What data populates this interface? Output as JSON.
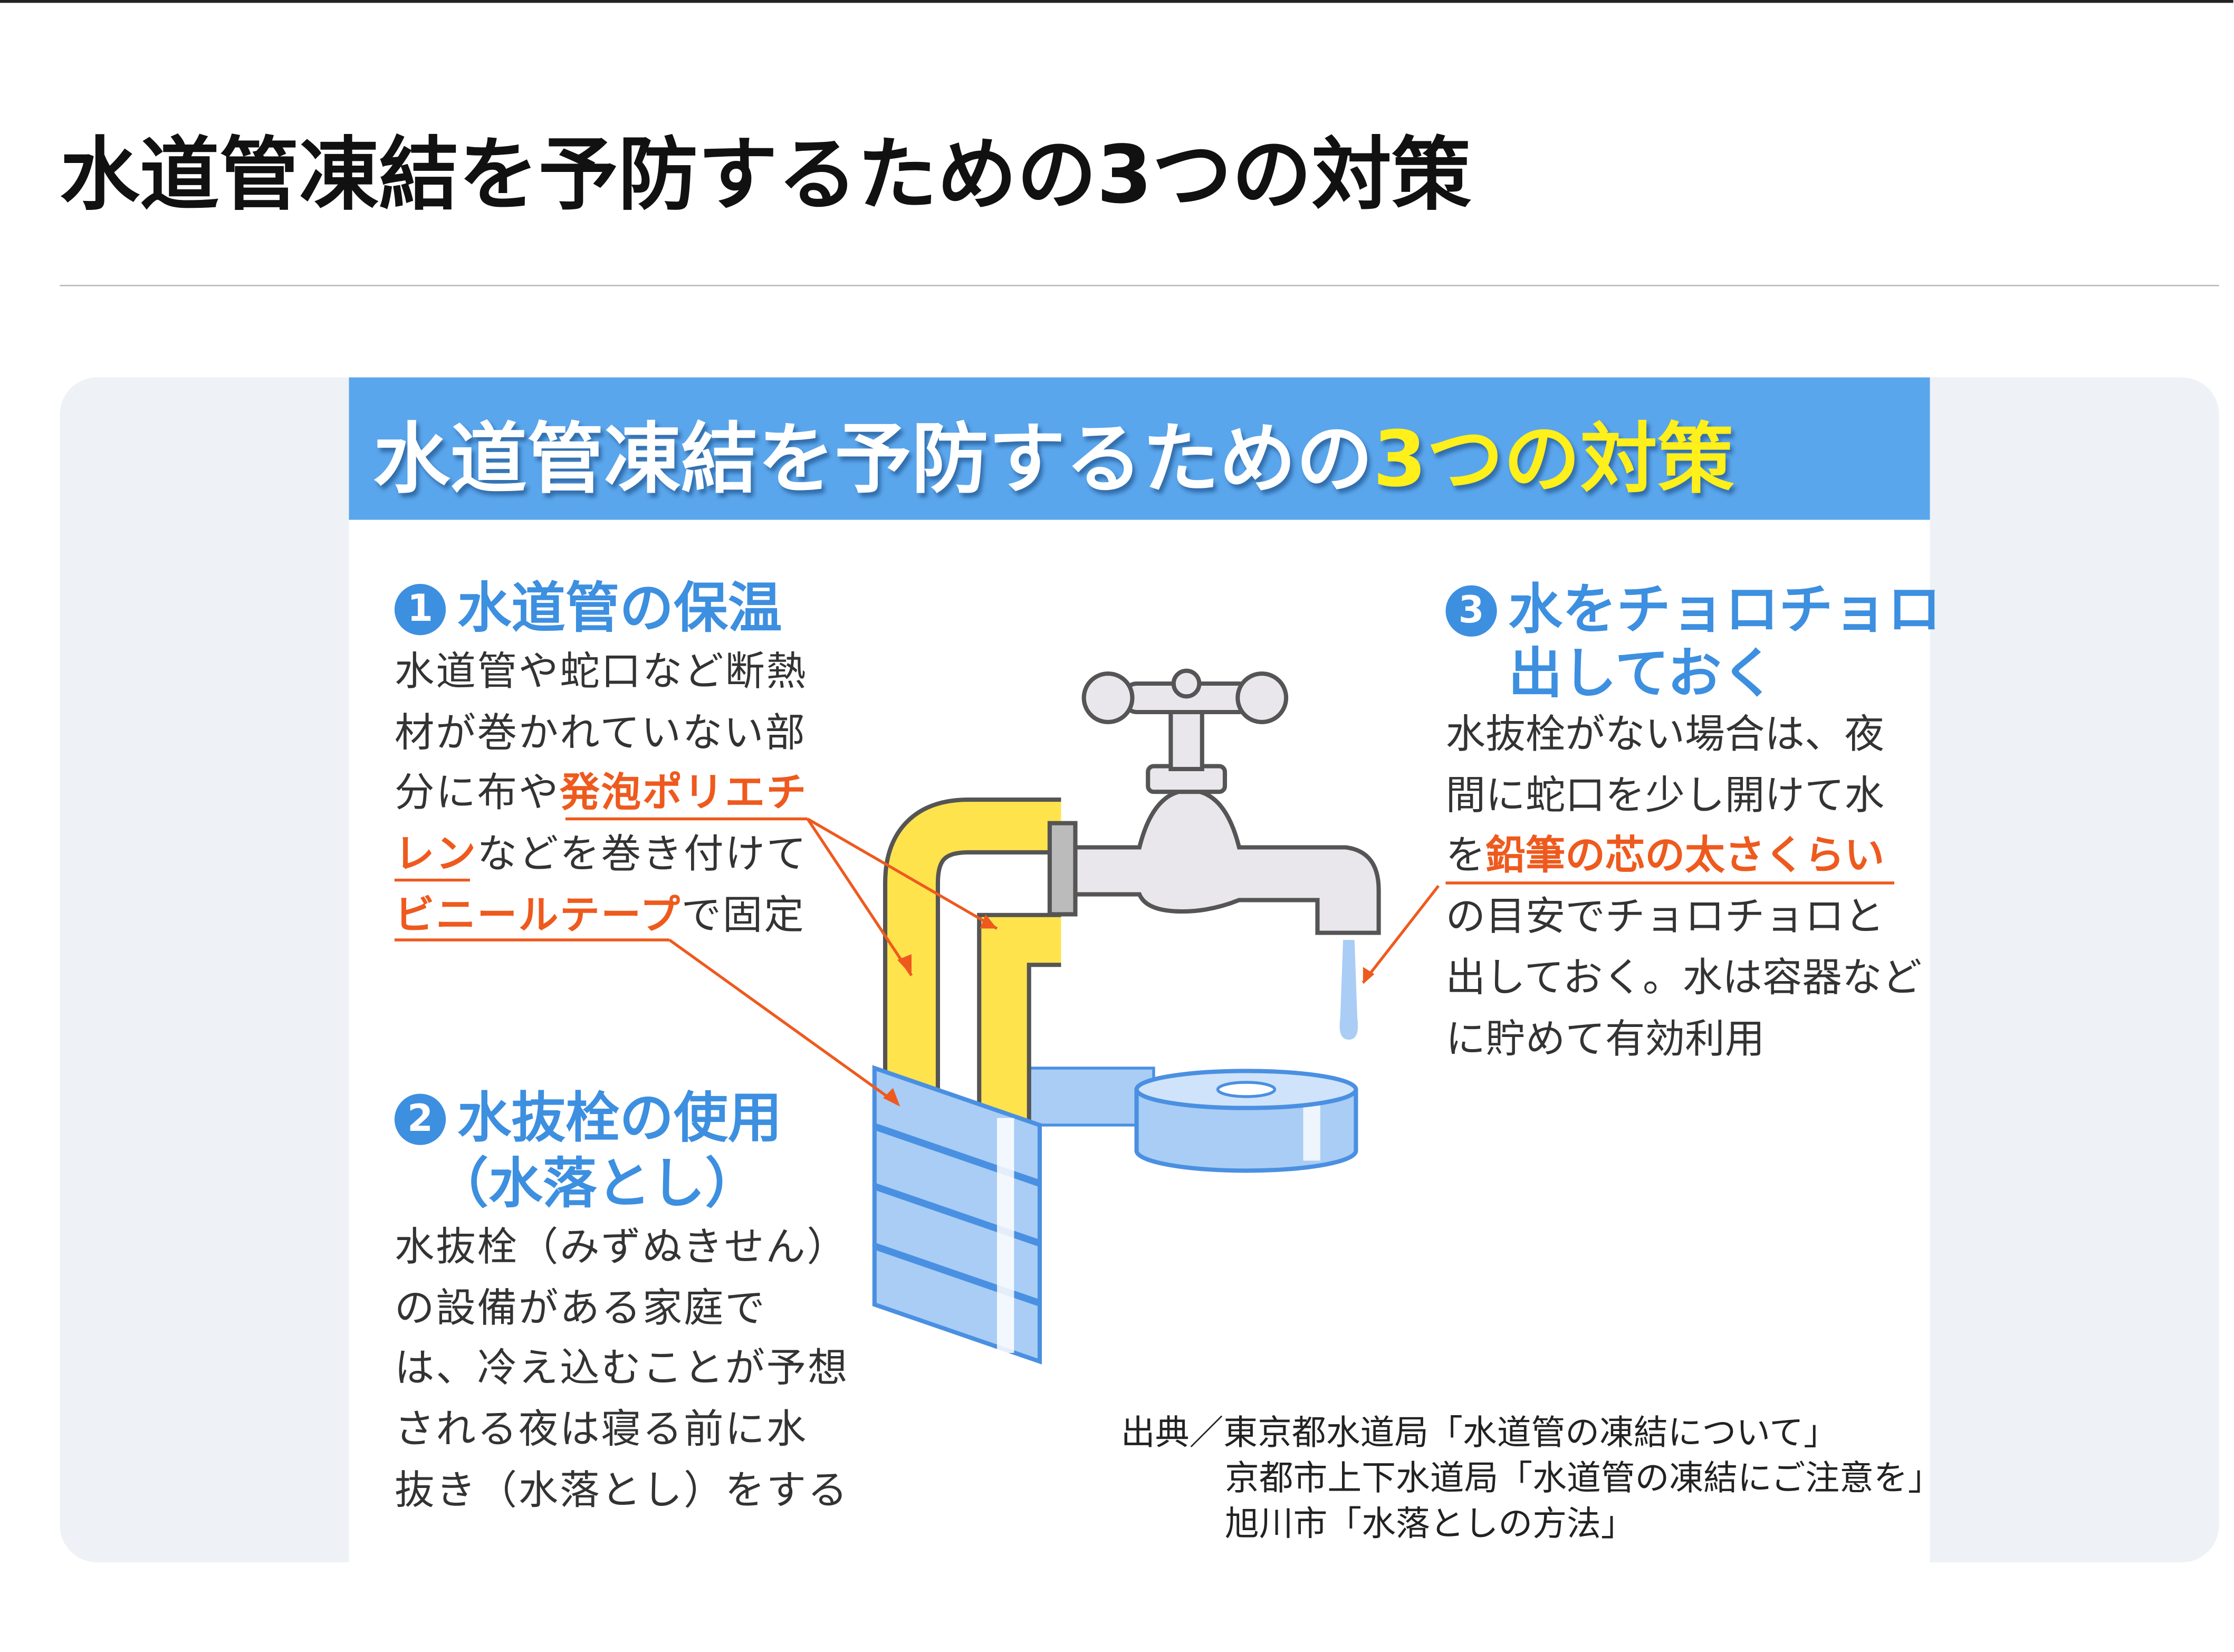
{
  "page_title": "水道管凍結を予防するための3つの対策",
  "banner": {
    "title_main": "水道管凍結を予防するための",
    "title_highlight": "3つの対策"
  },
  "section1": {
    "number": "1",
    "heading": "水道管の保温",
    "lines": [
      [
        {
          "t": "水道管や蛇口など断熱"
        }
      ],
      [
        {
          "t": "材が巻かれていない部"
        }
      ],
      [
        {
          "t": "分に布や"
        },
        {
          "t": "発泡ポリエチ",
          "hl": true
        }
      ],
      [
        {
          "t": "レン",
          "hl": true
        },
        {
          "t": "などを巻き付けて"
        }
      ],
      [
        {
          "t": "ビニールテープ",
          "hl": true
        },
        {
          "t": "で固定"
        }
      ]
    ]
  },
  "section2": {
    "number": "2",
    "heading": "水抜栓の使用",
    "heading_sub": "（水落とし）",
    "lines": [
      "水抜栓（みずぬきせん）",
      "の設備がある家庭で",
      "は、冷え込むことが予想",
      "される夜は寝る前に水",
      "抜き（水落とし）をする"
    ]
  },
  "section3": {
    "number": "3",
    "heading": "水をチョロチョロ",
    "heading_sub": "出しておく",
    "lines": [
      [
        {
          "t": "水抜栓がない場合は、夜"
        }
      ],
      [
        {
          "t": "間に蛇口を少し開けて水"
        }
      ],
      [
        {
          "t": "を"
        },
        {
          "t": "鉛筆の芯の太さくらい",
          "hl": true
        }
      ],
      [
        {
          "t": "の目安でチョロチョロと"
        }
      ],
      [
        {
          "t": "出しておく。水は容器など"
        }
      ],
      [
        {
          "t": "に貯めて有効利用"
        }
      ]
    ]
  },
  "source": {
    "lines": [
      "出典／東京都水道局「水道管の凍結について」",
      "京都市上下水道局「水道管の凍結にご注意を」",
      "旭川市「水落としの方法」"
    ]
  },
  "colors": {
    "banner": "#5aa6ec",
    "heading": "#3d8fe0",
    "highlight": "#ee5a1e",
    "yellow": "#ffef1a",
    "pipe": "#ffe34d",
    "wrap": "#a9cdf5"
  }
}
